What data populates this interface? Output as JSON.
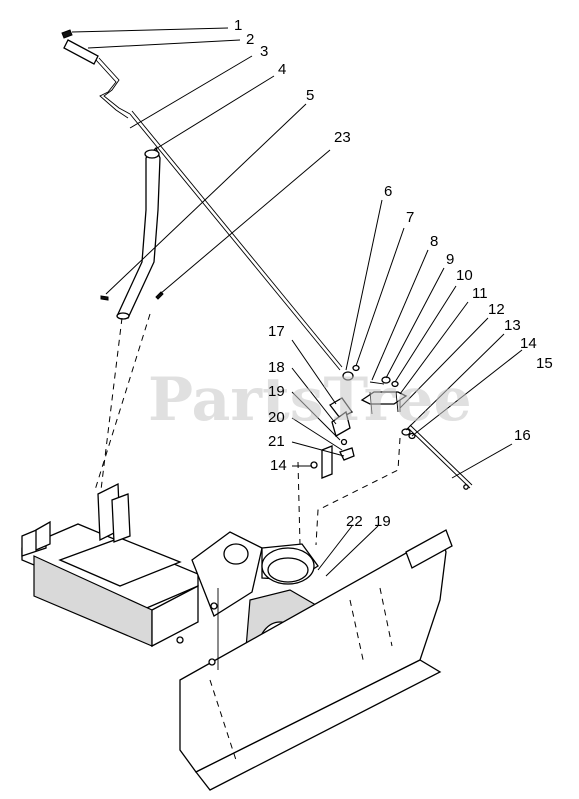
{
  "diagram": {
    "watermark": "PartsTree",
    "callouts": [
      {
        "id": "c1",
        "label": "1"
      },
      {
        "id": "c2",
        "label": "2"
      },
      {
        "id": "c3",
        "label": "3"
      },
      {
        "id": "c4",
        "label": "4"
      },
      {
        "id": "c5",
        "label": "5"
      },
      {
        "id": "c23",
        "label": "23"
      },
      {
        "id": "c6",
        "label": "6"
      },
      {
        "id": "c7",
        "label": "7"
      },
      {
        "id": "c8",
        "label": "8"
      },
      {
        "id": "c9",
        "label": "9"
      },
      {
        "id": "c10",
        "label": "10"
      },
      {
        "id": "c11",
        "label": "11"
      },
      {
        "id": "c12",
        "label": "12"
      },
      {
        "id": "c13",
        "label": "13"
      },
      {
        "id": "c14a",
        "label": "14"
      },
      {
        "id": "c15",
        "label": "15"
      },
      {
        "id": "c16",
        "label": "16"
      },
      {
        "id": "c17",
        "label": "17"
      },
      {
        "id": "c18",
        "label": "18"
      },
      {
        "id": "c19a",
        "label": "19"
      },
      {
        "id": "c20",
        "label": "20"
      },
      {
        "id": "c21",
        "label": "21"
      },
      {
        "id": "c14b",
        "label": "14"
      },
      {
        "id": "c22",
        "label": "22"
      },
      {
        "id": "c19b",
        "label": "19"
      }
    ]
  }
}
